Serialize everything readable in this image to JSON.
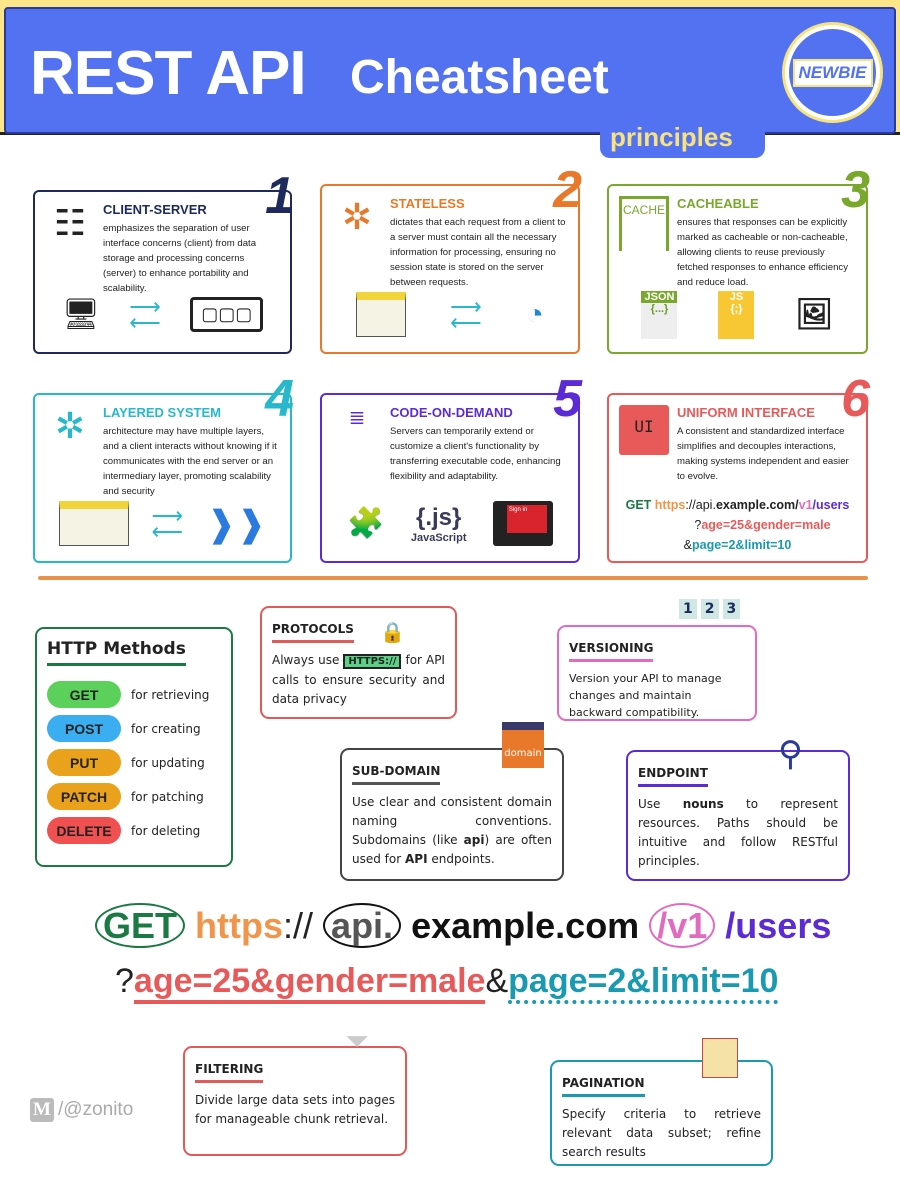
{
  "header": {
    "title_main": "REST API",
    "title_sub": "Cheatsheet",
    "badge": "NEWBIE",
    "tab": "principles"
  },
  "principles": [
    {
      "num": "1",
      "title": "CLIENT-SERVER",
      "text": "emphasizes the separation of user interface concerns (client) from data storage and processing concerns (server) to enhance portability and scalability.",
      "color": "#1e2a5e"
    },
    {
      "num": "2",
      "title": "STATELESS",
      "text": "dictates that each request from a client to a server must contain all the necessary information for processing, ensuring no session state is stored on the server between requests.",
      "color": "#e8792a"
    },
    {
      "num": "3",
      "title": "CACHEABLE",
      "text": "ensures that responses can be explicitly marked as cacheable or non-cacheable, allowing clients to reuse previously fetched responses to enhance efficiency and reduce load.",
      "color": "#7aa82c",
      "icon_label": "CACHE",
      "file_json": "JSON",
      "file_json_body": "{...}",
      "file_js": "JS",
      "file_js_body": "{;}"
    },
    {
      "num": "4",
      "title": "LAYERED SYSTEM",
      "text": "architecture may have multiple layers, and a client interacts without knowing if it communicates with the end server or an intermediary layer, promoting scalability and security",
      "color": "#28b8cc"
    },
    {
      "num": "5",
      "title": "CODE-ON-DEMAND",
      "text": "Servers can temporarily extend or customize a client's functionality by transferring executable code, enhancing flexibility and adaptability.",
      "color": "#5b2bd6",
      "js_logo": "{.js}",
      "js_label": "JavaScript",
      "signin": "Sign in"
    },
    {
      "num": "6",
      "title": "UNIFORM INTERFACE",
      "text": "A consistent and standardized interface simplifies and decouples interactions, making systems independent and easier to evolve.",
      "color": "#e85a5a",
      "icon_label": "UI"
    }
  ],
  "uniform_example": {
    "method": "GET",
    "scheme": "https",
    "sep": "://",
    "host1": "api.",
    "host2": "example.com/",
    "version": "v1",
    "path": "/users",
    "q1": "?",
    "query1": "age=25&gender=male",
    "q2": "&",
    "query2": "page=2&limit=10"
  },
  "http_methods": {
    "title": "HTTP Methods",
    "items": [
      {
        "label": "GET",
        "desc": "for retrieving",
        "color": "#5bd15b"
      },
      {
        "label": "POST",
        "desc": "for creating",
        "color": "#3aaef0"
      },
      {
        "label": "PUT",
        "desc": "for updating",
        "color": "#eaa21c"
      },
      {
        "label": "PATCH",
        "desc": "for patching",
        "color": "#eaa21c"
      },
      {
        "label": "DELETE",
        "desc": "for deleting",
        "color": "#f05050"
      }
    ]
  },
  "protocols": {
    "title": "PROTOCOLS",
    "t1": "Always use",
    "badge": "HTTPS://",
    "t2": "for API calls to ensure security and data privacy"
  },
  "versioning": {
    "title": "VERSIONING",
    "text": "Version your API to manage changes and maintain backward compatibility.",
    "docs": [
      "1",
      "2",
      "3"
    ]
  },
  "subdomain": {
    "title": "SUB-DOMAIN",
    "t1": "Use clear and consistent domain naming conventions. Subdomains (like ",
    "b1": "api",
    "t2": ") are often used for ",
    "b2": "API",
    "t3": " endpoints.",
    "icon_label": "domain"
  },
  "endpoint": {
    "title": "ENDPOINT",
    "t1": "Use ",
    "b1": "nouns",
    "t2": " to represent resources. Paths should be intuitive and follow RESTful principles."
  },
  "big_url": {
    "method": "GET",
    "scheme": "https",
    "sep": "://",
    "sub": "api.",
    "domain": "example.com",
    "version": "/v1",
    "path": "/users",
    "q": "?",
    "filter": "age=25&gender=male",
    "amp": "&",
    "page": "page=2&limit=10"
  },
  "filtering": {
    "title": "FILTERING",
    "text": "Divide large data sets into pages for manageable chunk retrieval."
  },
  "pagination": {
    "title": "PAGINATION",
    "text": "Specify criteria to retrieve relevant data subset; refine search results"
  },
  "credit": {
    "logo": "M",
    "handle": "/@zonito"
  }
}
